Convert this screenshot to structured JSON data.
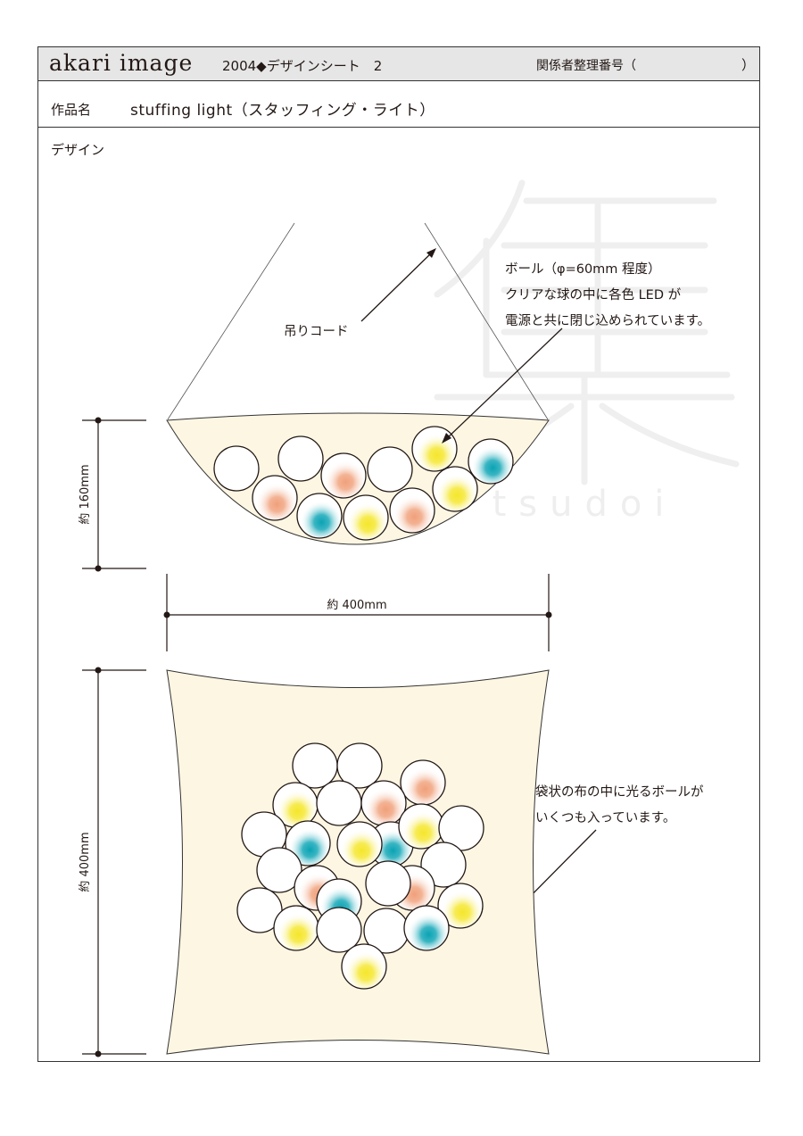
{
  "header": {
    "brand": "akari image",
    "sheet_title": "2004◆デザインシート　2",
    "management_number_label": "関係者整理番号（",
    "management_number_close": "）"
  },
  "work": {
    "label": "作品名",
    "name": "stuffing light（スタッフィング・ライト）"
  },
  "section": {
    "design_label": "デザイン"
  },
  "annotations": {
    "cord": "吊りコード",
    "ball_lines": [
      "ボール（φ=60mm 程度）",
      "クリアな球の中に各色 LED が",
      "電源と共に閉じ込められています。"
    ],
    "bag_lines": [
      "袋状の布の中に光るボールが",
      "いくつも入っています。"
    ]
  },
  "dimensions": {
    "side_height": "約 160mm",
    "width": "約 400mm",
    "top_height": "約 400mm"
  },
  "watermark": {
    "kanji": "集",
    "roman": "tsudoi"
  },
  "colors": {
    "fabric": "#fdf6e3",
    "orange": "#f0a07a",
    "yellow": "#f5e62a",
    "teal": "#0aa3b4",
    "frame": "#333333",
    "header_bg": "#e6e6e6"
  }
}
